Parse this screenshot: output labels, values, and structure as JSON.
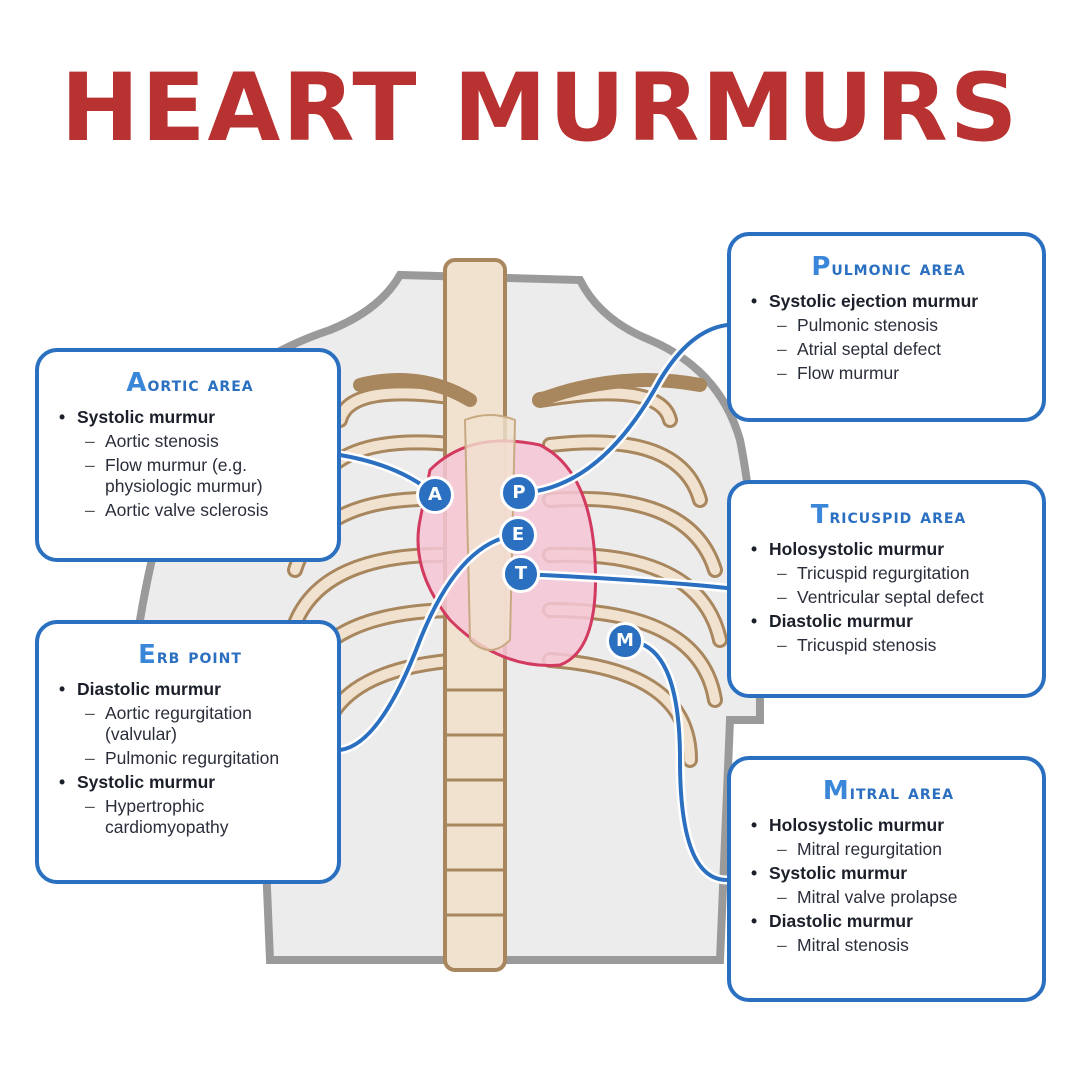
{
  "title": "HEART MURMURS",
  "colors": {
    "title": "#b83232",
    "accent": "#2a6fc0",
    "bone": "#f1e2cf",
    "heart": "#f6c7d6"
  },
  "markers": {
    "aortic": "A",
    "pulmonic": "P",
    "erb": "E",
    "tricuspid": "T",
    "mitral": "M"
  },
  "boxes": {
    "aortic": {
      "first": "A",
      "rest": "ortic area",
      "groups": [
        {
          "label": "Systolic murmur",
          "items": [
            "Aortic stenosis",
            "Flow murmur (e.g. physiologic murmur)",
            "Aortic valve sclerosis"
          ]
        }
      ]
    },
    "erb": {
      "first": "E",
      "rest": "rb point",
      "groups": [
        {
          "label": "Diastolic murmur",
          "items": [
            "Aortic regurgitation (valvular)",
            "Pulmonic regurgitation"
          ]
        },
        {
          "label": "Systolic murmur",
          "items": [
            "Hypertrophic cardiomyopathy"
          ]
        }
      ]
    },
    "pulmonic": {
      "first": "P",
      "rest": "ulmonic area",
      "groups": [
        {
          "label": "Systolic ejection murmur",
          "items": [
            "Pulmonic stenosis",
            "Atrial septal defect",
            "Flow murmur"
          ]
        }
      ]
    },
    "tricuspid": {
      "first": "T",
      "rest": "ricuspid area",
      "groups": [
        {
          "label": "Holosystolic murmur",
          "items": [
            "Tricuspid regurgitation",
            "Ventricular septal defect"
          ]
        },
        {
          "label": "Diastolic murmur",
          "items": [
            "Tricuspid stenosis"
          ]
        }
      ]
    },
    "mitral": {
      "first": "M",
      "rest": "itral area",
      "groups": [
        {
          "label": "Holosystolic murmur",
          "items": [
            "Mitral regurgitation"
          ]
        },
        {
          "label": "Systolic murmur",
          "items": [
            "Mitral valve prolapse"
          ]
        },
        {
          "label": "Diastolic murmur",
          "items": [
            "Mitral stenosis"
          ]
        }
      ]
    }
  }
}
